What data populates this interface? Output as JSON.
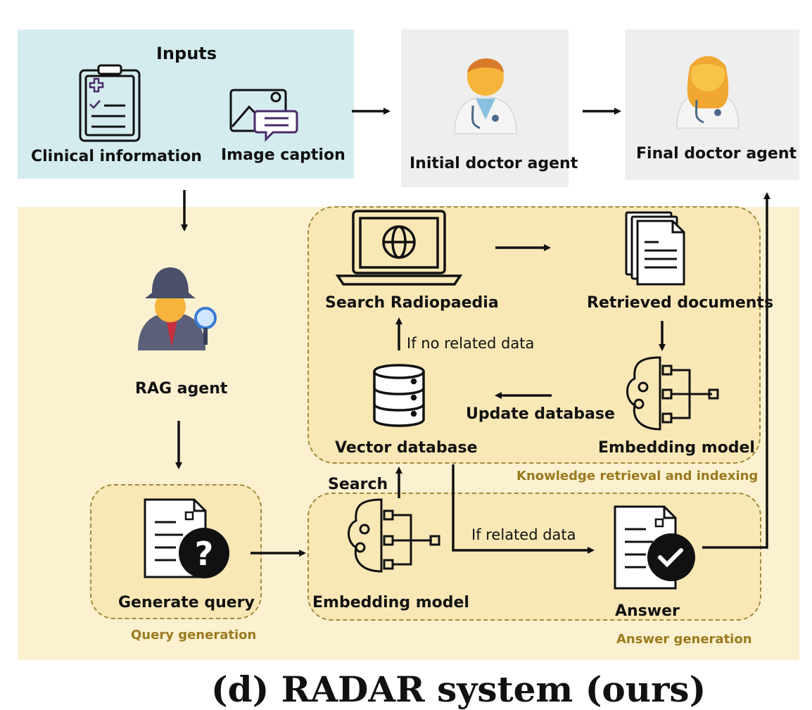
{
  "inputs": {
    "title": "Inputs",
    "clinical_label": "Clinical information",
    "image_label": "Image  caption"
  },
  "agents": {
    "initial": "Initial doctor agent",
    "final": "Final doctor agent",
    "rag": "RAG agent"
  },
  "knowledge": {
    "search_radiopaedia": "Search Radiopaedia",
    "retrieved_documents": "Retrieved documents",
    "if_no_related": "If no related data",
    "update_database": "Update database",
    "vector_database": "Vector database",
    "embedding_model": "Embedding model",
    "section_label": "Knowledge retrieval and indexing"
  },
  "query": {
    "generate_query": "Generate query",
    "section_label": "Query generation"
  },
  "answer": {
    "search": "Search",
    "embedding_model": "Embedding model",
    "if_related": "If related data",
    "answer": "Answer",
    "section_label": "Answer generation"
  },
  "caption": "(d) RADAR system (ours)",
  "colors": {
    "inputs_bg": "#d4ecee",
    "agent_bg": "#eeeeee",
    "main_bg": "#fbf1d0",
    "inner_bg": "#f9e8b6",
    "dashed_border": "#a08a3c",
    "section_label": "#9a7a1e"
  }
}
